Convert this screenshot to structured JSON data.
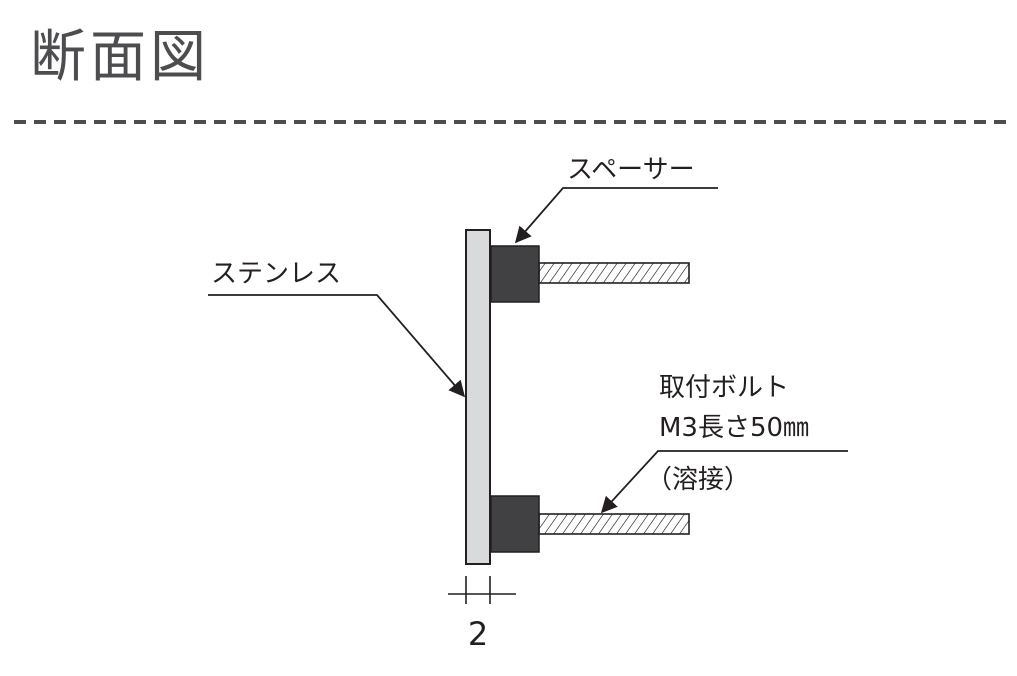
{
  "title": "断面図",
  "labels": {
    "spacer": "スペーサー",
    "stainless": "ステンレス",
    "bolt_line1": "取付ボルト",
    "bolt_line2": "M3長さ50㎜",
    "bolt_line3": "（溶接）",
    "thickness": "2"
  },
  "colors": {
    "plate_fill": "#d9dadb",
    "spacer_fill": "#414042",
    "line": "#231f20",
    "divider": "#4d4d4f"
  }
}
